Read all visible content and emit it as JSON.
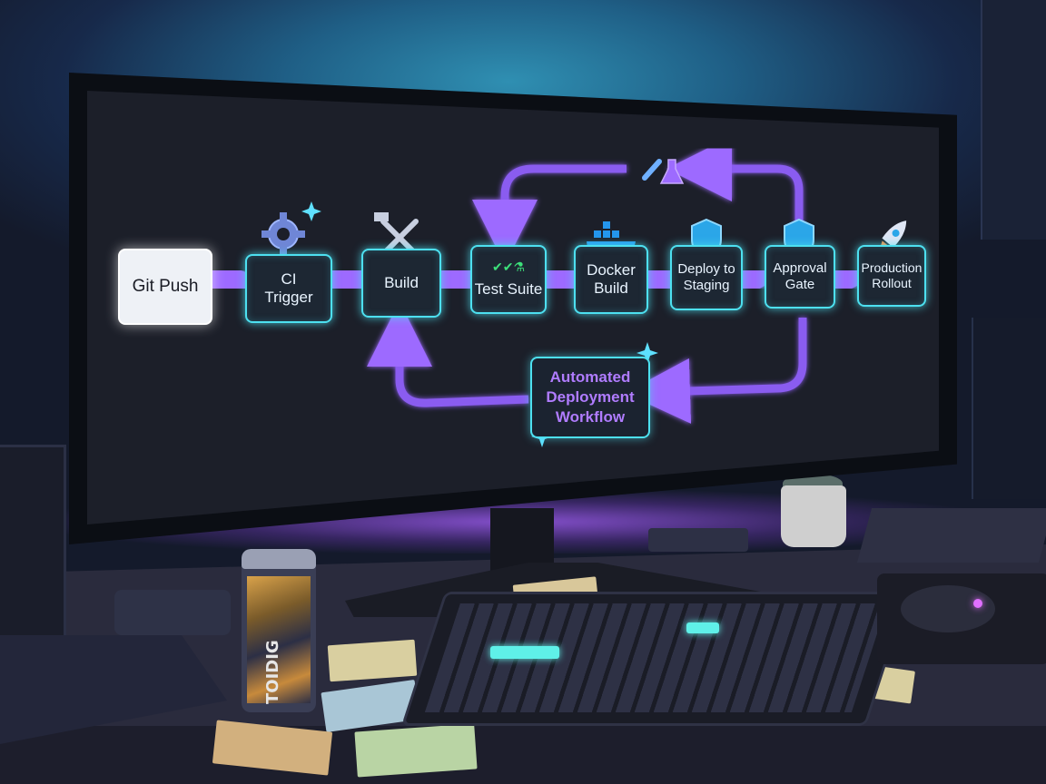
{
  "pipeline": {
    "steps": [
      {
        "label": "Git Push",
        "icon": "git-push"
      },
      {
        "label": "CI\nTrigger",
        "icon": "gear-icon"
      },
      {
        "label": "Build",
        "icon": "hammer-wrench-icon"
      },
      {
        "label": "Test Suite",
        "icon": "check-flask-icon"
      },
      {
        "label": "Docker\nBuild",
        "icon": "docker-whale-icon"
      },
      {
        "label": "Deploy to\nStaging",
        "icon": "shield-icon"
      },
      {
        "label": "Approval\nGate",
        "icon": "shield-icon"
      },
      {
        "label": "Production\nRollout",
        "icon": "rocket-icon"
      }
    ],
    "center_label": "Automated\nDeployment\nWorkflow",
    "loop_icon": "wrench-flask-icon"
  },
  "can": {
    "label": "TOIDIG"
  },
  "colors": {
    "node_border": "#4de0f0",
    "arrow": "#9d6bff",
    "center_text": "#b07cff",
    "desk_glow": "#a860ff"
  }
}
